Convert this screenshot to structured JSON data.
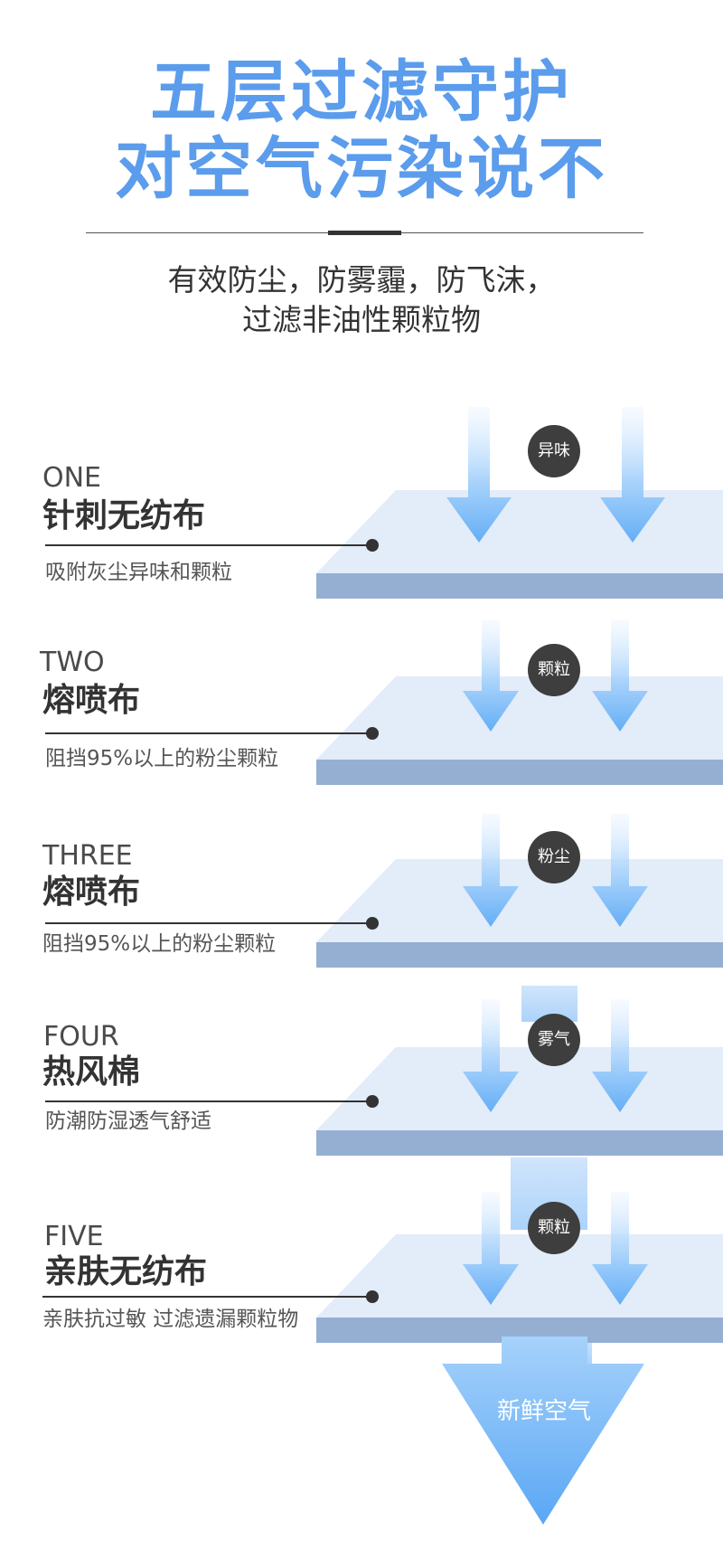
{
  "header": {
    "title_line1": "五层过滤守护",
    "title_line2": "对空气污染说不",
    "subtitle_line1": "有效防尘，防雾霾，防飞沫，",
    "subtitle_line2": "过滤非油性颗粒物"
  },
  "layers": [
    {
      "en": "ONE",
      "cn": "针刺无纺布",
      "desc": "吸附灰尘异味和颗粒",
      "badge": "异味"
    },
    {
      "en": "TWO",
      "cn": "熔喷布",
      "desc": "阻挡95%以上的粉尘颗粒",
      "badge": "颗粒"
    },
    {
      "en": "THREE",
      "cn": "熔喷布",
      "desc": "阻挡95%以上的粉尘颗粒",
      "badge": "粉尘"
    },
    {
      "en": "FOUR",
      "cn": "热风棉",
      "desc": "防潮防湿透气舒适",
      "badge": "雾气"
    },
    {
      "en": "FIVE",
      "cn": "亲肤无纺布",
      "desc": "亲肤抗过敏 过滤遗漏颗粒物",
      "badge": "颗粒"
    }
  ],
  "output": {
    "label": "新鲜空气"
  },
  "colors": {
    "title": "#5b9cec",
    "plate_top": "#e3ecf9",
    "plate_edge": "#94afd2",
    "arrow": "#7dbbf8",
    "badge": "#3e3e3e"
  }
}
